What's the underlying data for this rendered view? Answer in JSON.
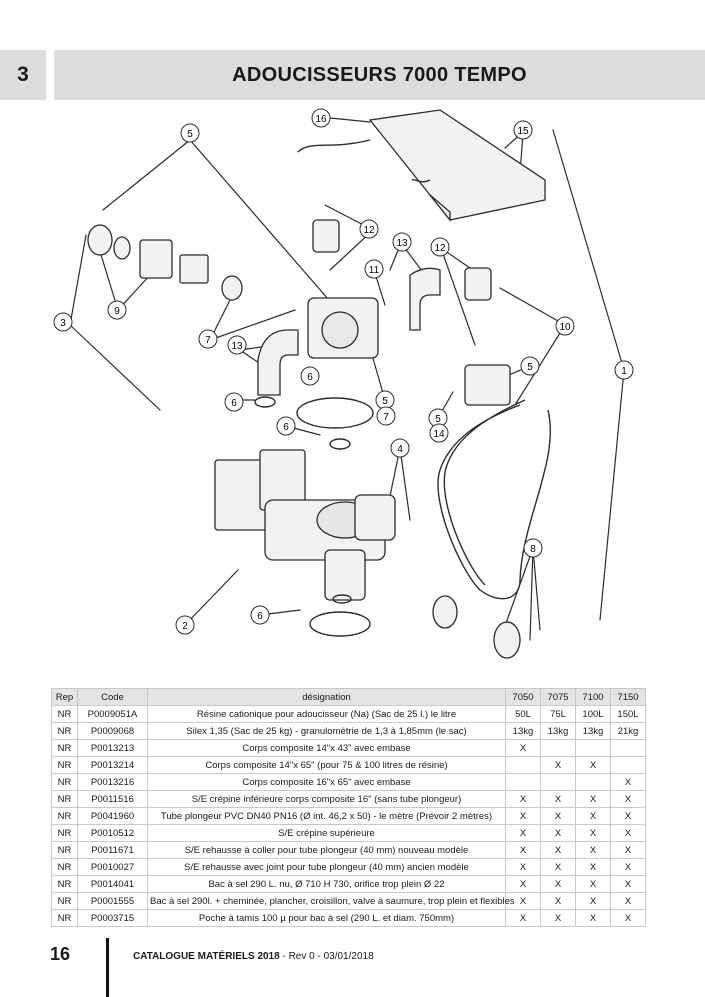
{
  "header": {
    "section_number": "3",
    "title": "ADOUCISSEURS 7000 TEMPO"
  },
  "diagram": {
    "callouts": [
      "1",
      "2",
      "3",
      "4",
      "5",
      "6",
      "7",
      "8",
      "9",
      "10",
      "11",
      "12",
      "13",
      "14",
      "15",
      "16"
    ]
  },
  "table": {
    "columns": [
      "Rep",
      "Code",
      "désignation",
      "7050",
      "7075",
      "7100",
      "7150"
    ],
    "rows": [
      [
        "NR",
        "P0009051A",
        "Résine cationique pour adoucisseur (Na) (Sac de 25 l.) le litre",
        "50L",
        "75L",
        "100L",
        "150L"
      ],
      [
        "NR",
        "P0009068",
        "Silex 1,35 (Sac de 25 kg) - granulométrie de 1,3 à 1,85mm (le sac)",
        "13kg",
        "13kg",
        "13kg",
        "21kg"
      ],
      [
        "NR",
        "P0013213",
        "Corps composite 14\"x 43\" avec embase",
        "X",
        "",
        "",
        ""
      ],
      [
        "NR",
        "P0013214",
        "Corps composite 14\"x 65\" (pour 75 & 100 litres de résine)",
        "",
        "X",
        "X",
        ""
      ],
      [
        "NR",
        "P0013216",
        "Corps composite 16\"x 65\" avec embase",
        "",
        "",
        "",
        "X"
      ],
      [
        "NR",
        "P0011516",
        "S/E crépine inférieure corps composite 16\" (sans tube plongeur)",
        "X",
        "X",
        "X",
        "X"
      ],
      [
        "NR",
        "P0041960",
        "Tube plongeur PVC  DN40 PN16 (Ø int. 46,2 x 50) -  le mètre (Prévoir 2 mètres)",
        "X",
        "X",
        "X",
        "X"
      ],
      [
        "NR",
        "P0010512",
        "S/E crépine supérieure",
        "X",
        "X",
        "X",
        "X"
      ],
      [
        "NR",
        "P0011671",
        "S/E rehausse à coller pour tube plongeur (40 mm) nouveau modèle",
        "X",
        "X",
        "X",
        "X"
      ],
      [
        "NR",
        "P0010027",
        "S/E rehausse avec joint pour tube plongeur (40 mm) ancien modèle",
        "X",
        "X",
        "X",
        "X"
      ],
      [
        "NR",
        "P0014041",
        "Bac à sel 290 L. nu, Ø 710 H 730, orifice trop plein Ø 22",
        "X",
        "X",
        "X",
        "X"
      ],
      [
        "NR",
        "P0001555",
        "Bac à sel 290l. + cheminée, plancher, croisillon, valve à saumure, trop plein et flexibles",
        "X",
        "X",
        "X",
        "X"
      ],
      [
        "NR",
        "P0003715",
        "Poche à tamis 100 µ pour bac à sel (290 L. et diam. 750mm)",
        "X",
        "X",
        "X",
        "X"
      ]
    ]
  },
  "footer": {
    "page_number": "16",
    "catalogue": "CATALOGUE MATÉRIELS 2018",
    "revision": " - Rev 0 - 03/01/2018"
  }
}
